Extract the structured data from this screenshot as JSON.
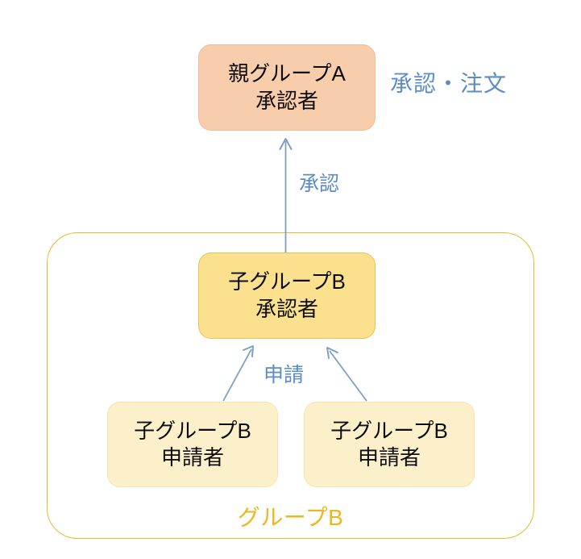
{
  "diagram": {
    "title_present": false,
    "colors": {
      "parent_approver_fill": "#F8CDAC",
      "child_approver_fill": "#FBE08D",
      "applicant_fill": "#FCF0CB",
      "group_border": "#E8B92E",
      "group_label": "#EDB71F",
      "annotation_blue": "#5B8DC4",
      "arrow_stroke": "#6E9BC5",
      "node_text": "#0D0D0D",
      "background": "#FFFFFF"
    },
    "nodes": {
      "parent_approver": {
        "line1": "親グループA",
        "line2": "承認者"
      },
      "child_approver": {
        "line1": "子グループB",
        "line2": "承認者"
      },
      "applicant_left": {
        "line1": "子グループB",
        "line2": "申請者"
      },
      "applicant_right": {
        "line1": "子グループB",
        "line2": "申請者"
      }
    },
    "annotations": {
      "approve_order": "承認・注文",
      "approve": "承認",
      "apply": "申請"
    },
    "group": {
      "label": "グループB"
    },
    "edges": [
      {
        "name": "child-approver-to-parent-approver",
        "label": "承認",
        "from": "child_approver",
        "to": "parent_approver",
        "direction": "up"
      },
      {
        "name": "applicant-left-to-child-approver",
        "label": "申請",
        "from": "applicant_left",
        "to": "child_approver",
        "direction": "up-right"
      },
      {
        "name": "applicant-right-to-child-approver",
        "label": "申請",
        "from": "applicant_right",
        "to": "child_approver",
        "direction": "up-left"
      }
    ]
  }
}
